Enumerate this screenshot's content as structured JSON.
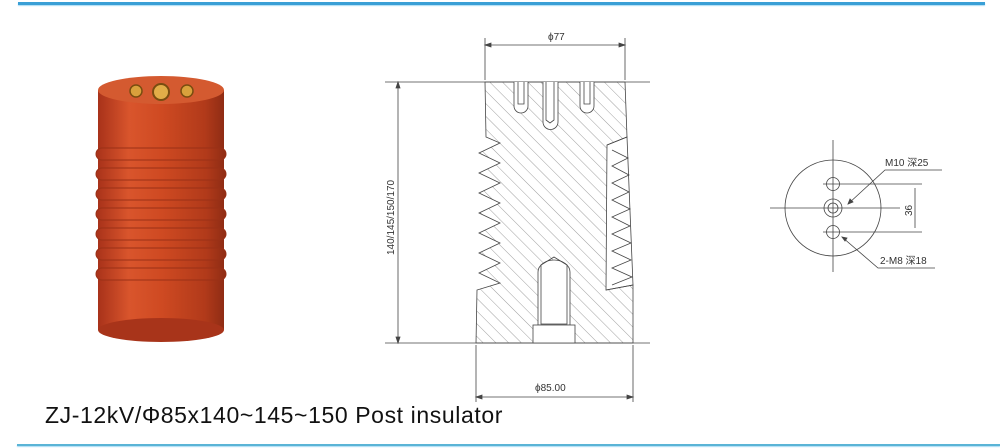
{
  "caption": "ZJ-12kV/Φ85x140~145~150 Post insulator",
  "drawing": {
    "top_diameter": "ϕ77",
    "bottom_diameter": "ϕ85.00",
    "height": "140/145/150/170",
    "center_thread": "M10 深25",
    "side_threads": "2-M8 深18",
    "hole_spacing": "36"
  },
  "colors": {
    "accent_rule": "#3a9fd6",
    "insulator_red": "#c8401e",
    "brass": "#d9a13c"
  }
}
